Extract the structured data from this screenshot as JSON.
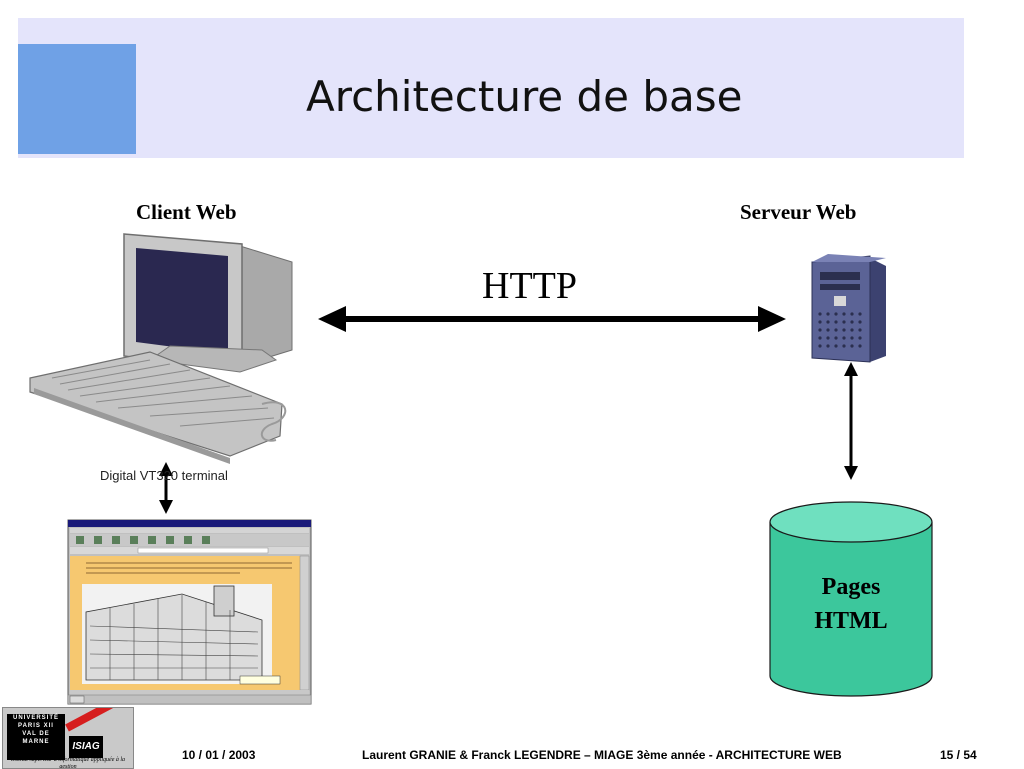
{
  "slide": {
    "title": "Architecture de base"
  },
  "diagram": {
    "client_label": "Client Web",
    "server_label": "Serveur Web",
    "protocol_label": "HTTP",
    "terminal_caption": "Digital VT320 terminal",
    "storage_label_line1": "Pages",
    "storage_label_line2": "HTML"
  },
  "footer": {
    "date": "10 / 01 / 2003",
    "authors": "Laurent GRANIE & Franck LEGENDRE – MIAGE 3ème année - ARCHITECTURE WEB",
    "page_number": "15 / 54"
  },
  "logo": {
    "university_line1": "UNIVERSITÉ",
    "university_line2": "PARIS XII",
    "university_line3": "VAL DE",
    "university_line4": "MARNE",
    "institute": "ISIAG",
    "tagline": "Institut supérieur d'informatique appliquée à la gestion"
  },
  "colors": {
    "header_band": "#e4e4fb",
    "accent_square": "#6fa1e6",
    "cylinder_fill": "#3cc79c",
    "cylinder_top": "#6fe0bf",
    "arrow": "#000000"
  },
  "icons": [
    "computer-terminal-icon",
    "server-tower-icon",
    "browser-screenshot-image",
    "database-cylinder-icon"
  ]
}
